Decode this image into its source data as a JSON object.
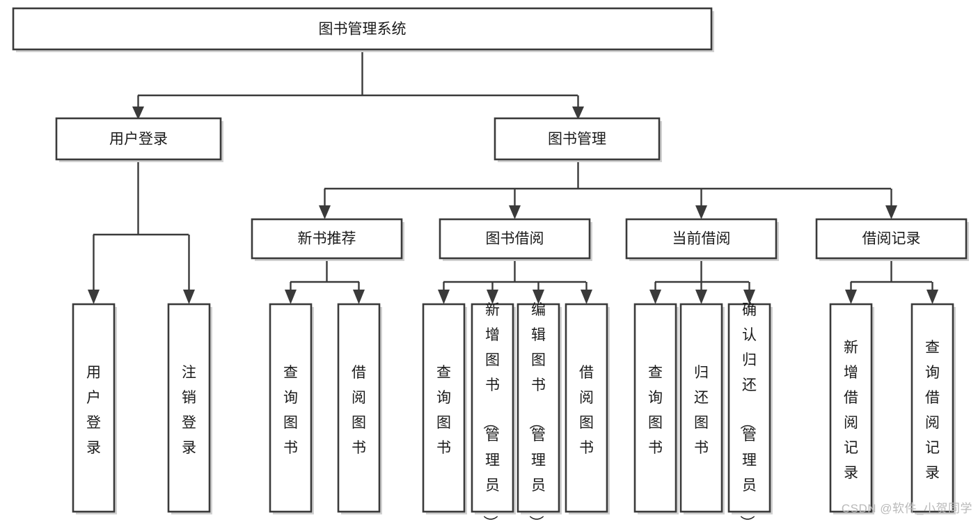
{
  "diagram": {
    "type": "tree-hierarchy",
    "title": "图书管理系统",
    "watermark": "CSDN @软件_小贺同学",
    "colors": {
      "box_stroke": "#3a3a3a",
      "box_fill": "#ffffff",
      "connector": "#3a3a3a",
      "text": "#1a1a1a",
      "watermark": "#b9b9b9",
      "background": "#ffffff"
    },
    "levels": {
      "root": {
        "label": "图书管理系统"
      },
      "level2": [
        {
          "label": "用户登录"
        },
        {
          "label": "图书管理"
        }
      ],
      "level3": [
        {
          "label": "新书推荐"
        },
        {
          "label": "图书借阅"
        },
        {
          "label": "当前借阅"
        },
        {
          "label": "借阅记录"
        }
      ],
      "leaves": {
        "user_login": [
          {
            "label": "用户登录"
          },
          {
            "label": "注销登录"
          }
        ],
        "new_book_recommend": [
          {
            "label": "查询图书"
          },
          {
            "label": "借阅图书"
          }
        ],
        "book_borrow": [
          {
            "label": "查询图书"
          },
          {
            "label": "新增图书（管理员）"
          },
          {
            "label": "编辑图书（管理员）"
          },
          {
            "label": "借阅图书"
          }
        ],
        "current_borrow": [
          {
            "label": "查询图书"
          },
          {
            "label": "归还图书"
          },
          {
            "label": "确认归还（管理员）"
          }
        ],
        "borrow_record": [
          {
            "label": "新增借阅记录"
          },
          {
            "label": "查询借阅记录"
          }
        ]
      }
    }
  }
}
